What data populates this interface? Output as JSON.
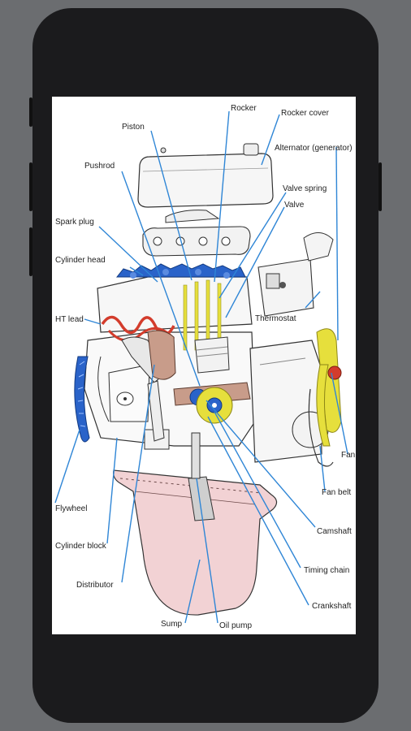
{
  "colors": {
    "leader": "#2f86d6",
    "pan": "#f2d2d4",
    "yellow": "#e6df3c",
    "blue_parts": "#2a63c9",
    "red_lead": "#d33c2c"
  },
  "labels": {
    "rocker": "Rocker",
    "rocker_cover": "Rocker cover",
    "piston": "Piston",
    "alternator": "Alternator (generator)",
    "pushrod": "Pushrod",
    "valve_spring": "Valve spring",
    "valve": "Valve",
    "spark_plug": "Spark plug",
    "cylinder_head": "Cylinder head",
    "thermostat": "Thermostat",
    "ht_lead": "HT lead",
    "fan": "Fan",
    "fan_belt": "Fan belt",
    "flywheel": "Flywheel",
    "camshaft": "Camshaft",
    "cylinder_block": "Cylinder block",
    "timing_chain": "Timing chain",
    "distributor": "Distributor",
    "crankshaft": "Crankshaft",
    "sump": "Sump",
    "oil_pump": "Oil pump"
  }
}
